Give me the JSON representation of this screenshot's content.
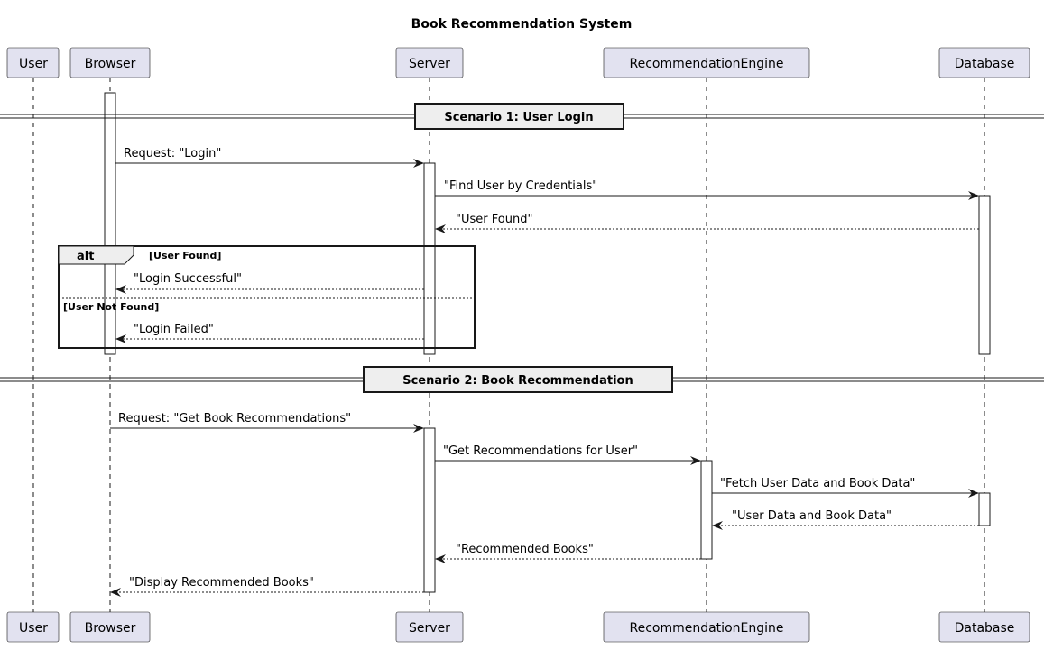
{
  "diagram": {
    "title": "Book Recommendation System",
    "participants": [
      "User",
      "Browser",
      "Server",
      "RecommendationEngine",
      "Database"
    ],
    "separators": [
      "Scenario 1: User Login",
      "Scenario 2: Book Recommendation"
    ],
    "fragment": {
      "keyword": "alt",
      "guard_1": "[User Found]",
      "guard_2": "[User Not Found]"
    },
    "messages": [
      {
        "from": "Browser",
        "to": "Server",
        "label": "Request: \"Login\"",
        "style": "solid"
      },
      {
        "from": "Server",
        "to": "Database",
        "label": "\"Find User by Credentials\"",
        "style": "solid"
      },
      {
        "from": "Database",
        "to": "Server",
        "label": "\"User Found\"",
        "style": "dashed"
      },
      {
        "from": "Server",
        "to": "Browser",
        "label": "\"Login Successful\"",
        "style": "dashed"
      },
      {
        "from": "Server",
        "to": "Browser",
        "label": "\"Login Failed\"",
        "style": "dashed"
      },
      {
        "from": "Browser",
        "to": "Server",
        "label": "Request: \"Get Book Recommendations\"",
        "style": "solid"
      },
      {
        "from": "Server",
        "to": "RecommendationEngine",
        "label": "\"Get Recommendations for User\"",
        "style": "solid"
      },
      {
        "from": "RecommendationEngine",
        "to": "Database",
        "label": "\"Fetch User Data and Book Data\"",
        "style": "solid"
      },
      {
        "from": "Database",
        "to": "RecommendationEngine",
        "label": "\"User Data and Book Data\"",
        "style": "dashed"
      },
      {
        "from": "RecommendationEngine",
        "to": "Server",
        "label": "\"Recommended Books\"",
        "style": "dashed"
      },
      {
        "from": "Server",
        "to": "Browser",
        "label": "\"Display Recommended Books\"",
        "style": "dashed"
      }
    ]
  }
}
